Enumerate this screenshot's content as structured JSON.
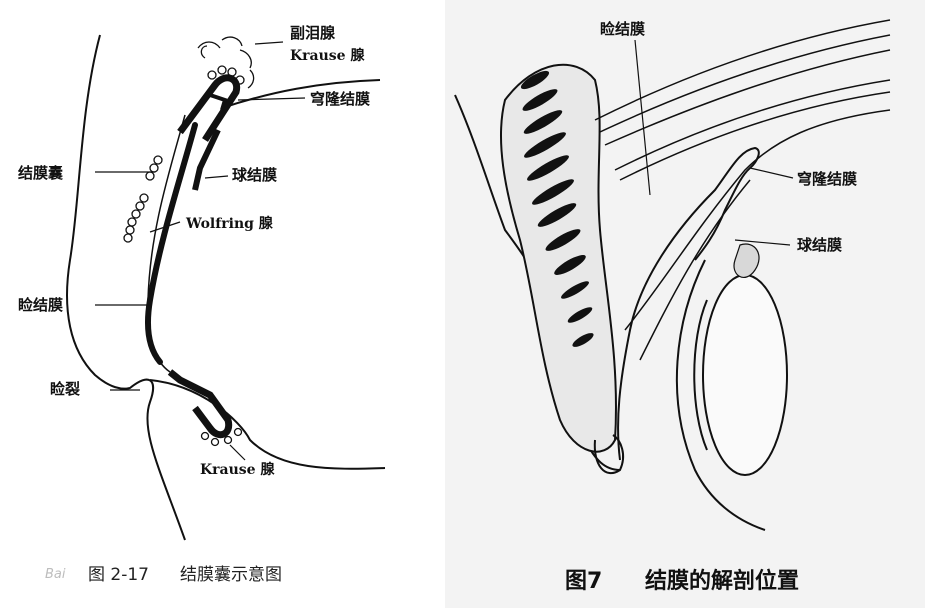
{
  "left_figure": {
    "labels": {
      "accessory_gland": "副泪腺",
      "krause_top": "Krause 腺",
      "fornix": "穹隆结膜",
      "sac": "结膜囊",
      "bulbar": "球结膜",
      "wolfring": "Wolfring 腺",
      "palpebral": "睑结膜",
      "fissure": "睑裂",
      "krause_bottom": "Krause 腺"
    },
    "caption": {
      "number": "图 2-17",
      "title": "结膜囊示意图"
    },
    "watermark": "Bai"
  },
  "right_figure": {
    "labels": {
      "palpebral": "睑结膜",
      "fornix": "穹隆结膜",
      "bulbar": "球结膜"
    },
    "caption": {
      "number": "图7",
      "title": "结膜的解剖位置"
    }
  }
}
